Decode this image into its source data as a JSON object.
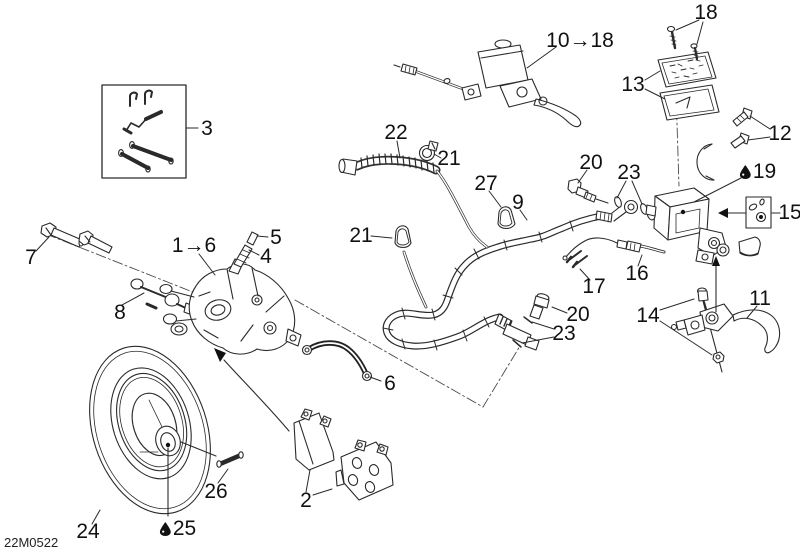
{
  "document": {
    "kind": "exploded parts diagram - hydraulic brakes",
    "drawing_code": "22M0522"
  },
  "icons": {
    "oil_drop": "black teardrop lubrication symbol"
  },
  "callouts": {
    "c3": {
      "text": "3"
    },
    "c7": {
      "text": "7"
    },
    "c8": {
      "text": "8"
    },
    "c1_6": {
      "text": "1→6"
    },
    "c5": {
      "text": "5"
    },
    "c4": {
      "text": "4"
    },
    "c6": {
      "text": "6"
    },
    "c22": {
      "text": "22"
    },
    "c21a": {
      "text": "21"
    },
    "c21b": {
      "text": "21"
    },
    "c27": {
      "text": "27"
    },
    "c9": {
      "text": "9"
    },
    "c10_18": {
      "text": "10→18"
    },
    "c18": {
      "text": "18"
    },
    "c13": {
      "text": "13"
    },
    "c12": {
      "text": "12"
    },
    "c19": {
      "text": "19",
      "icon": "oil_drop"
    },
    "c20a": {
      "text": "20"
    },
    "c23a": {
      "text": "23"
    },
    "c15": {
      "text": "15"
    },
    "c16": {
      "text": "16"
    },
    "c17": {
      "text": "17"
    },
    "c20b": {
      "text": "20"
    },
    "c23b": {
      "text": "23"
    },
    "c14": {
      "text": "14"
    },
    "c11": {
      "text": "11"
    },
    "c2": {
      "text": "2"
    },
    "c26": {
      "text": "26"
    },
    "c24": {
      "text": "24"
    },
    "c25": {
      "text": "25",
      "icon": "oil_drop"
    }
  }
}
